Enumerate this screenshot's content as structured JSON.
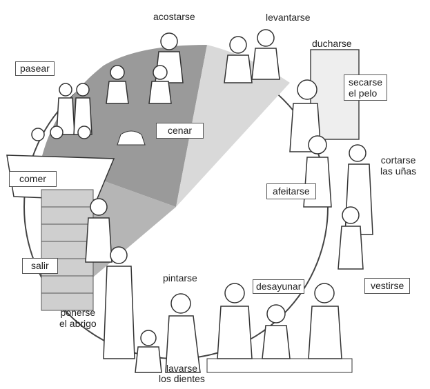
{
  "labels": {
    "acostarse": "acostarse",
    "levantarse": "levantarse",
    "ducharse": "ducharse",
    "secarse_line1": "secarse",
    "secarse_line2": "el pelo",
    "pasear": "pasear",
    "cenar": "cenar",
    "cortarse_line1": "cortarse",
    "cortarse_line2": "las uñas",
    "comer": "comer",
    "afeitarse": "afeitarse",
    "salir": "salir",
    "vestirse": "vestirse",
    "pintarse": "pintarse",
    "desayunar": "desayunar",
    "ponerse_line1": "ponerse",
    "ponerse_line2": "el abrigo",
    "lavarse_line1": "lavarse",
    "lavarse_line2": "los dientes"
  },
  "colors": {
    "shade_dark": "#9a9a9a",
    "shade_light": "#d9d9d9",
    "ink": "#222222"
  }
}
